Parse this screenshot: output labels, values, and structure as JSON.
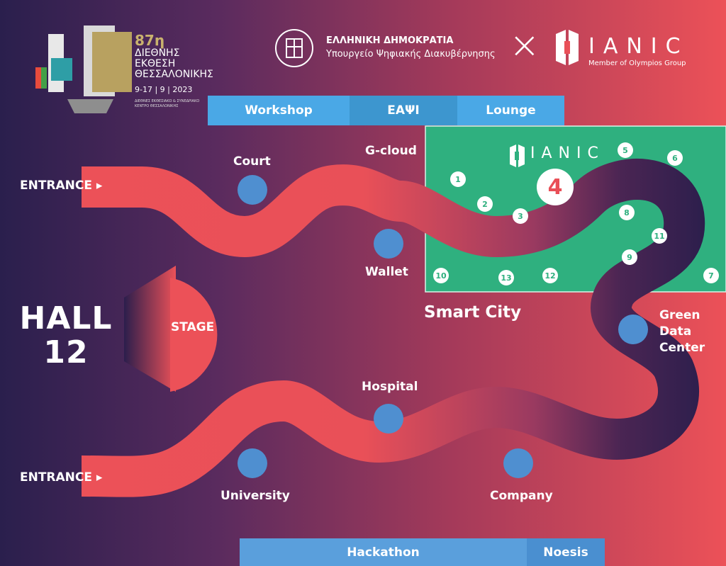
{
  "header": {
    "fair": {
      "edition": "87η",
      "line1": "ΔΙΕΘΝΗΣ",
      "line2": "ΕΚΘΕΣΗ",
      "line3": "ΘΕΣΣΑΛΟΝΙΚΗΣ",
      "dates": "9-17 | 9 | 2023",
      "venue_line1": "ΔΙΕΘΝΕΣ ΕΚΘΕΣΙΑΚΟ & ΣΥΝΕΔΡΙΑΚΟ",
      "venue_line2": "ΚΕΝΤΡΟ ΘΕΣΣΑΛΟΝΙΚΗΣ"
    },
    "gov": {
      "title": "ΕΛΛΗΝΙΚΗ ΔΗΜΟΚΡΑΤΙΑ",
      "subtitle": "Υπουργείο Ψηφιακής Διακυβέρνησης"
    },
    "cross": "×",
    "partner": {
      "name": "IANIC",
      "tagline": "Member of Olympios Group"
    }
  },
  "top_bar": [
    "Workshop",
    "ΕΑΨΙ",
    "Lounge"
  ],
  "bottom_bar": [
    "Hackathon",
    "Noesis"
  ],
  "hall": {
    "line1": "HALL",
    "line2": "12"
  },
  "stage": "STAGE",
  "entrances": [
    "ENTRANCE ▸",
    "ENTRANCE ▸"
  ],
  "zones": {
    "court": "Court",
    "gcloud": "G-cloud",
    "wallet": "Wallet",
    "smart_city": "Smart City",
    "green_data_center": [
      "Green",
      "Data",
      "Center"
    ],
    "hospital": "Hospital",
    "university": "University",
    "company": "Company"
  },
  "ianic_area": {
    "logo": "IANIC",
    "badge": "4"
  },
  "booths": [
    "1",
    "2",
    "3",
    "5",
    "6",
    "7",
    "8",
    "9",
    "10",
    "11",
    "12",
    "13"
  ],
  "colors": {
    "bg_left": "#2a1f4d",
    "bg_right": "#ec5158",
    "path": "#ec5158",
    "path_dark": "#2b1e4c",
    "green": "#2fb07f",
    "blue_bar": "#4aa8e6",
    "dot": "#4f8fd0"
  }
}
